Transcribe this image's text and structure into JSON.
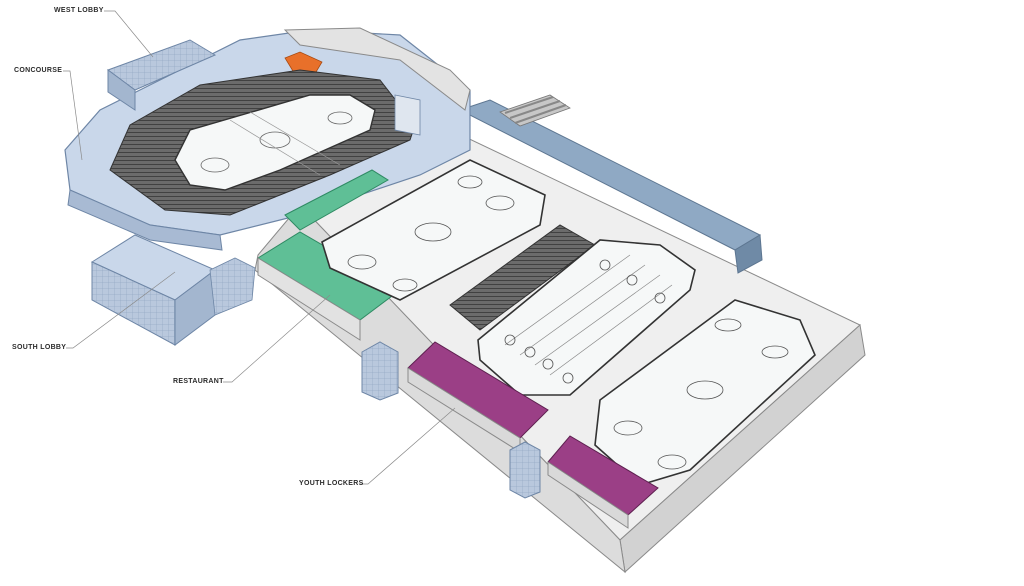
{
  "labels": {
    "west_lobby": "WEST LOBBY",
    "concourse": "CONCOURSE",
    "south_lobby": "SOUTH LOBBY",
    "restaurant": "RESTAURANT",
    "youth_lockers": "YOUTH LOCKERS"
  },
  "colors": {
    "concourse_fill": "#c9d7ea",
    "glass_lobby": "#b9c8dd",
    "walkway": "#8fa9c4",
    "restaurant_green": "#5fbf96",
    "lockers_purple": "#9b3f86",
    "accent_orange": "#e8702a",
    "ice": "#f6f8f8",
    "wall": "#e4e4e4",
    "wall_dark": "#bdbdbd"
  }
}
